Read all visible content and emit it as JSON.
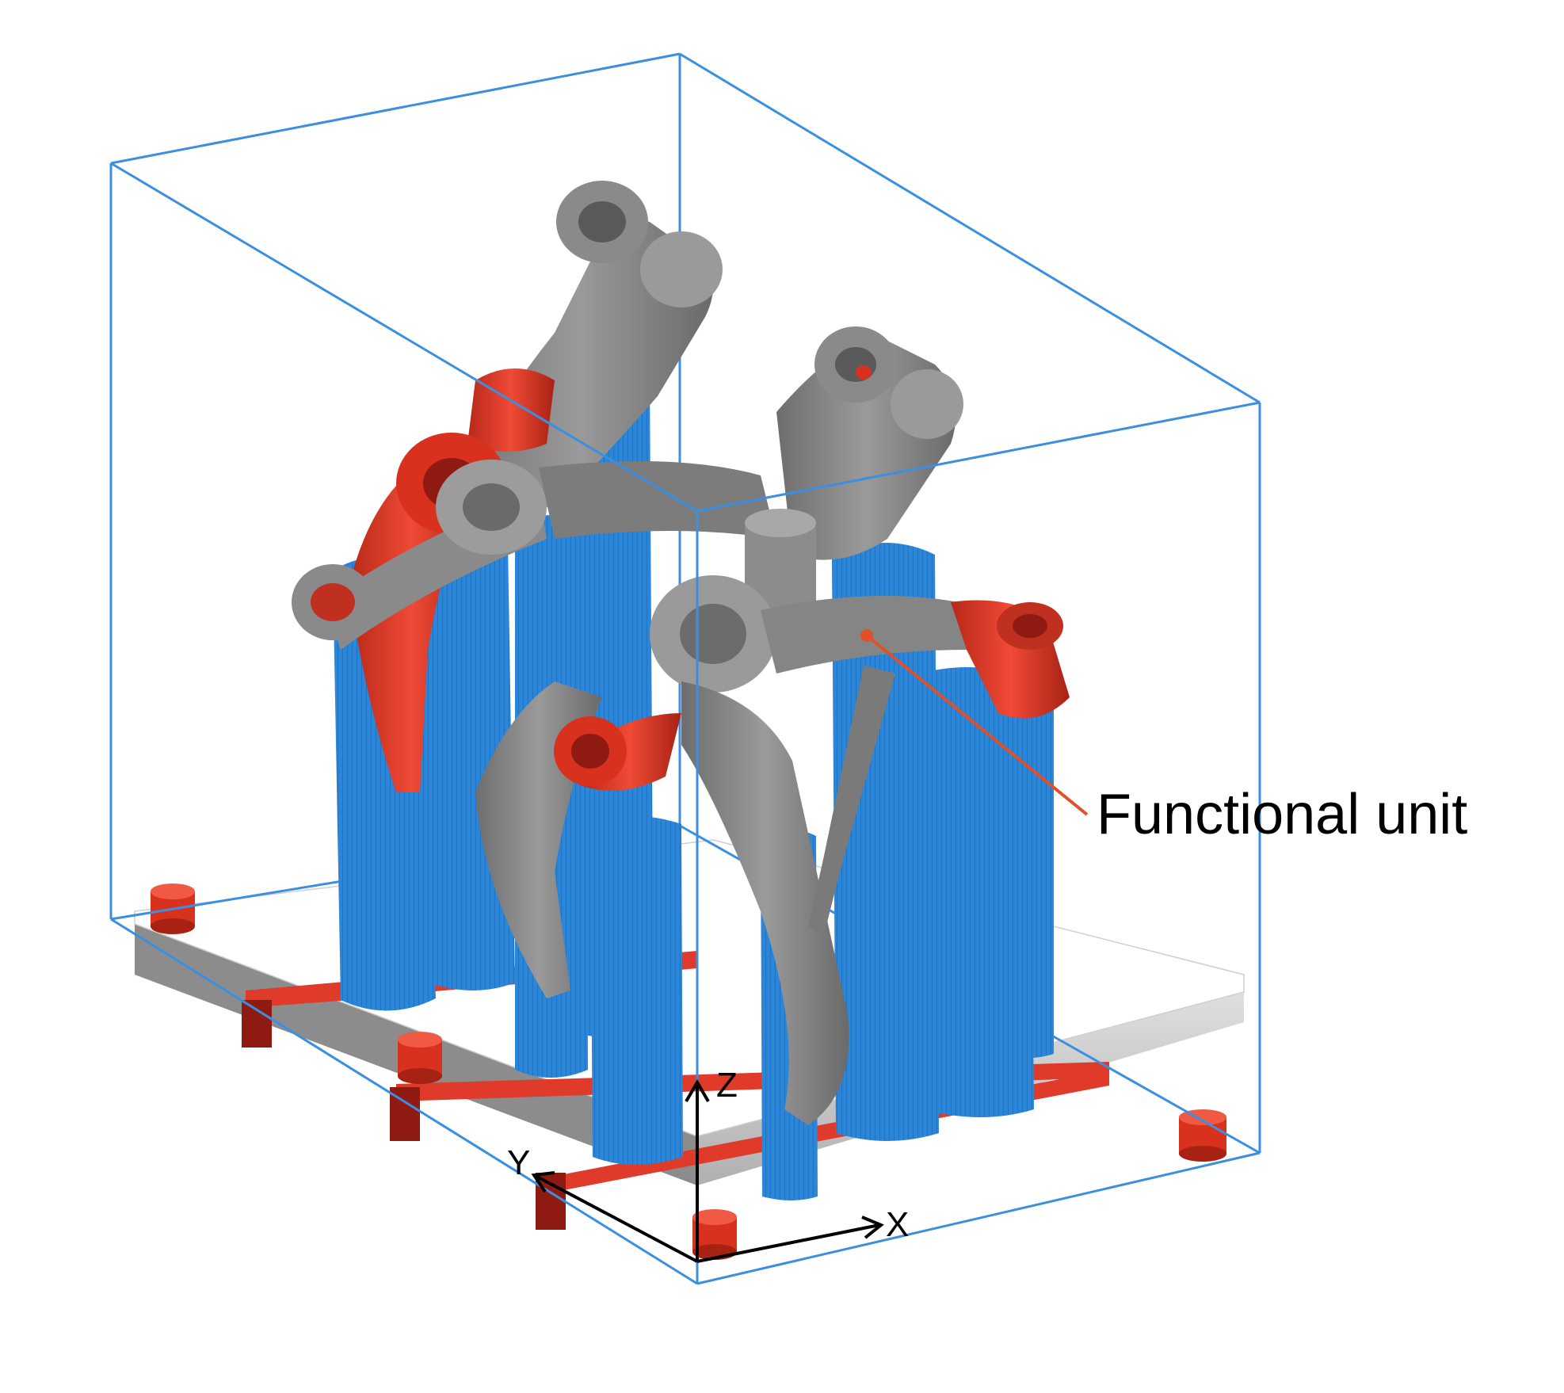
{
  "annotation": {
    "label": "Functional unit"
  },
  "axes": {
    "x_label": "X",
    "y_label": "Y",
    "z_label": "Z"
  },
  "colors": {
    "bounding_box": "#3a8fe0",
    "support_structure": "#2a86d8",
    "part_gray": "#808080",
    "part_red": "#e03a2a",
    "plate_gray": "#a8a8a8",
    "leader_line": "#e0502a"
  }
}
